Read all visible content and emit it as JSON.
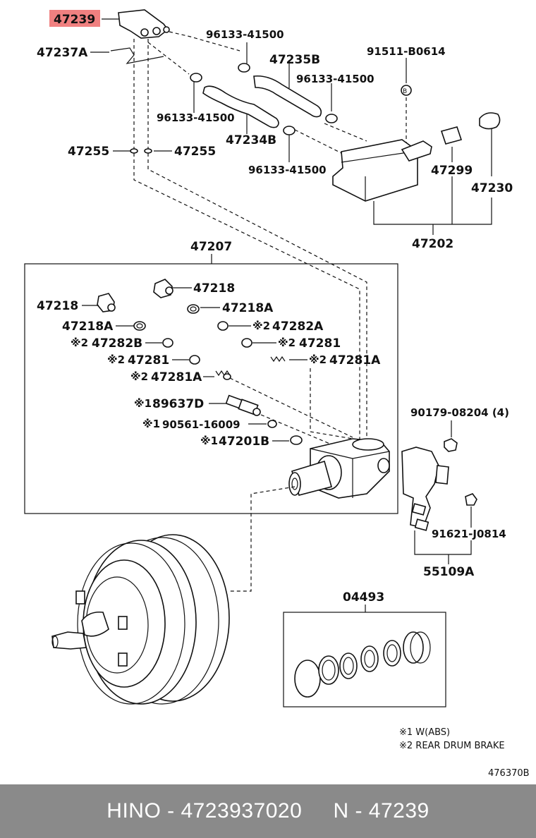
{
  "highlight_color": "#f08080",
  "labels": {
    "p47239": "47239",
    "p47237A": "47237A",
    "p96133_a": "96133-41500",
    "p47235B": "47235B",
    "p91511": "91511-B0614",
    "p96133_b": "96133-41500",
    "p96133_c": "96133-41500",
    "p47234B": "47234B",
    "p47255_l": "47255",
    "p47255_r": "47255",
    "p96133_d": "96133-41500",
    "p47299": "47299",
    "p47230": "47230",
    "p47202": "47202",
    "p47207": "47207",
    "p47218_a": "47218",
    "p47218_b": "47218",
    "p47218A_a": "47218A",
    "p47218A_b": "47218A",
    "p47282A": "47282A",
    "p47282B": "47282B",
    "p47281_a": "47281",
    "p47281_b": "47281",
    "p47281A_a": "47281A",
    "p47281A_b": "47281A",
    "p89637D": "89637D",
    "p90561": "90561-16009",
    "p47201B": "47201B",
    "p90179": "90179-08204 (4)",
    "p91621": "91621-J0814",
    "p55109A": "55109A",
    "p04493": "04493",
    "m1": "※1",
    "m2": "※2"
  },
  "notes": {
    "note1": "※1 W(ABS)",
    "note2": "※2 REAR DRUM BRAKE"
  },
  "diagram_id": "476370B",
  "footer": {
    "text": "HINO - 4723937020     N - 47239"
  }
}
